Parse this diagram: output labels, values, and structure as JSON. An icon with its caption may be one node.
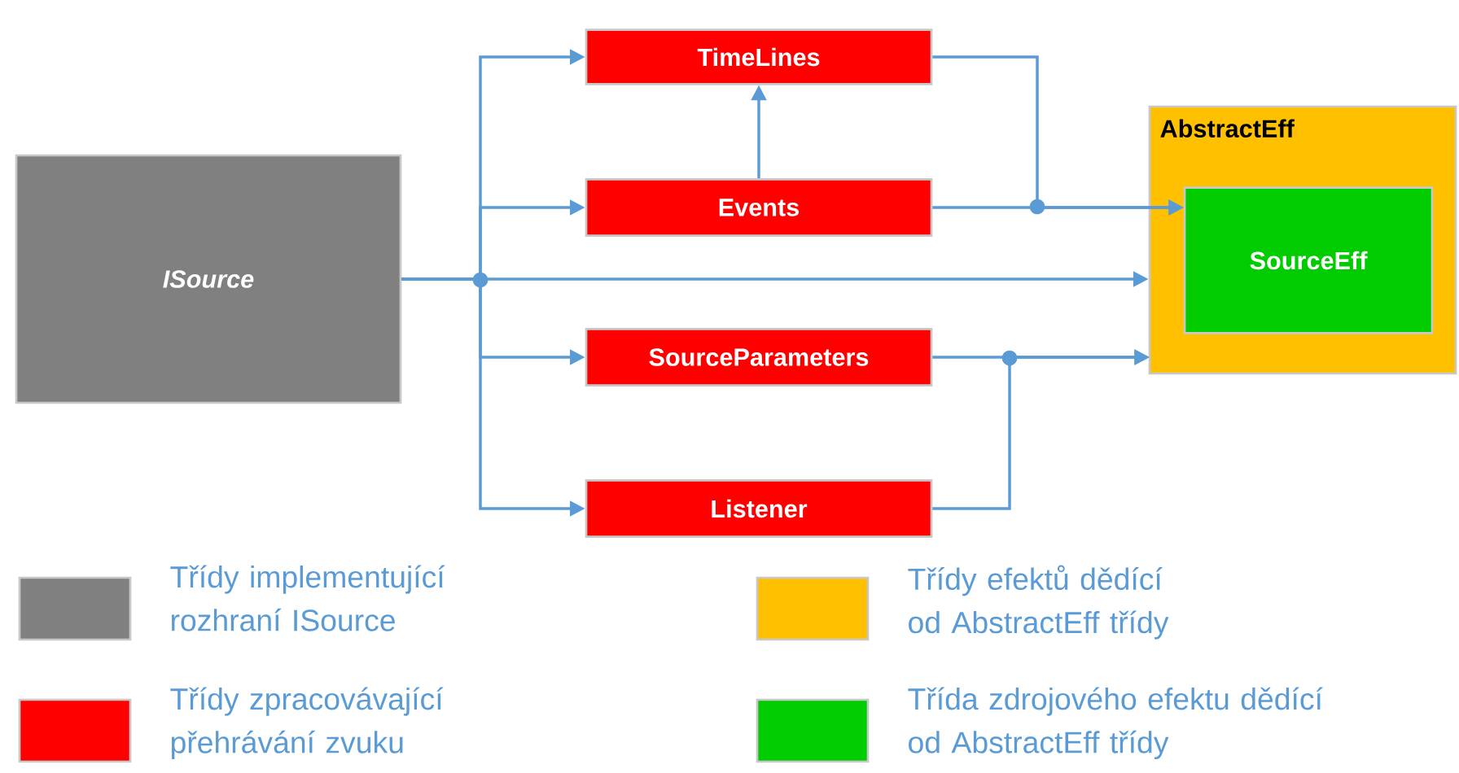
{
  "diagram": {
    "nodes": [
      {
        "text": [
          "ISource"
        ]
      },
      {
        "text": [
          "TimeLines"
        ]
      },
      {
        "text": [
          "Events"
        ]
      },
      {
        "text": [
          "SourceParameters"
        ]
      },
      {
        "text": [
          "Listener"
        ]
      },
      {
        "text": [
          "AbstractEff"
        ]
      },
      {
        "text": [
          "SourceEff"
        ],
        "in": 5
      }
    ],
    "edges": [
      {
        "from": 0,
        "to": 1,
        "arrow": "to"
      },
      {
        "from": 0,
        "to": 2,
        "arrow": "to"
      },
      {
        "from": 0,
        "to": 3,
        "arrow": "to"
      },
      {
        "from": 0,
        "to": 4,
        "arrow": "to"
      },
      {
        "from": 0,
        "to": 5,
        "arrow": "to"
      },
      {
        "from": 2,
        "to": 1,
        "arrow": "to"
      },
      {
        "from": 1,
        "to": 6,
        "arrow": "to"
      },
      {
        "from": 2,
        "to": 6,
        "arrow": "to"
      },
      {
        "from": 3,
        "to": 5,
        "arrow": "to"
      },
      {
        "from": 4,
        "to": 5,
        "arrow": "to"
      }
    ],
    "legend": [
      {
        "text": "Třídy implementující rozhraní ISource",
        "color": "#808080"
      },
      {
        "text": "Třídy zpracovávající přehrávání zvuku",
        "color": "#ff0000"
      },
      {
        "text": "Třídy efektů dědící od AbstractEff třídy",
        "color": "#ffc000"
      },
      {
        "text": "Třída zdrojového efektu dědící od AbstractEff třídy",
        "color": "#00cc00"
      }
    ]
  }
}
